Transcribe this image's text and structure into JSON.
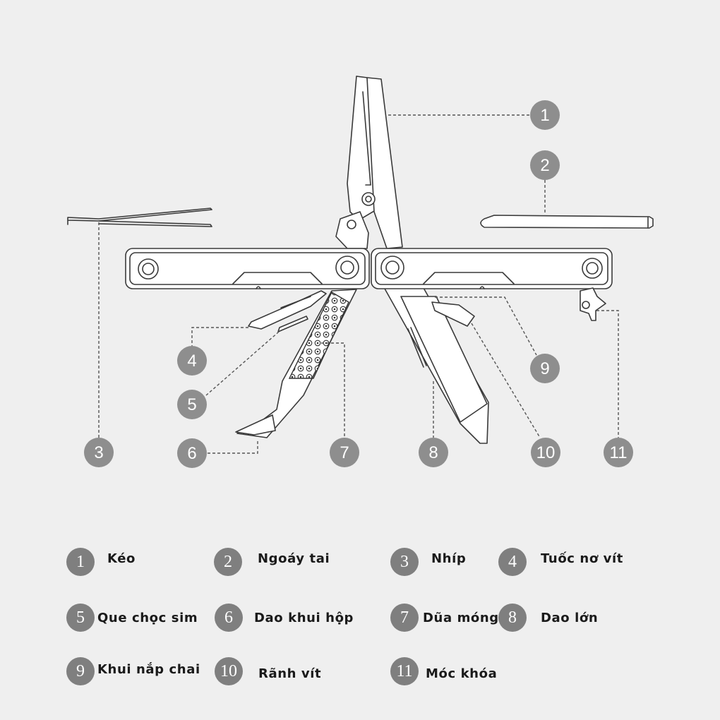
{
  "callouts": [
    {
      "number": "1"
    },
    {
      "number": "2"
    },
    {
      "number": "3"
    },
    {
      "number": "4"
    },
    {
      "number": "5"
    },
    {
      "number": "6"
    },
    {
      "number": "7"
    },
    {
      "number": "8"
    },
    {
      "number": "9"
    },
    {
      "number": "10"
    },
    {
      "number": "11"
    }
  ],
  "legend": [
    {
      "number": "1",
      "label": "Kéo"
    },
    {
      "number": "2",
      "label": "Ngoáy tai"
    },
    {
      "number": "3",
      "label": "Nhíp"
    },
    {
      "number": "4",
      "label": "Tuốc nơ vít"
    },
    {
      "number": "5",
      "label": "Que chọc sim"
    },
    {
      "number": "6",
      "label": "Dao khui hộp"
    },
    {
      "number": "7",
      "label": "Dũa móng"
    },
    {
      "number": "8",
      "label": "Dao lớn"
    },
    {
      "number": "9",
      "label": "Khui nắp chai"
    },
    {
      "number": "10",
      "label": "Rãnh vít"
    },
    {
      "number": "11",
      "label": "Móc khóa"
    }
  ],
  "colors": {
    "background": "#efefef",
    "callout_fill": "#8e8e8e",
    "legend_badge_fill": "#7f7f7f",
    "outline": "#3a3a3a"
  }
}
